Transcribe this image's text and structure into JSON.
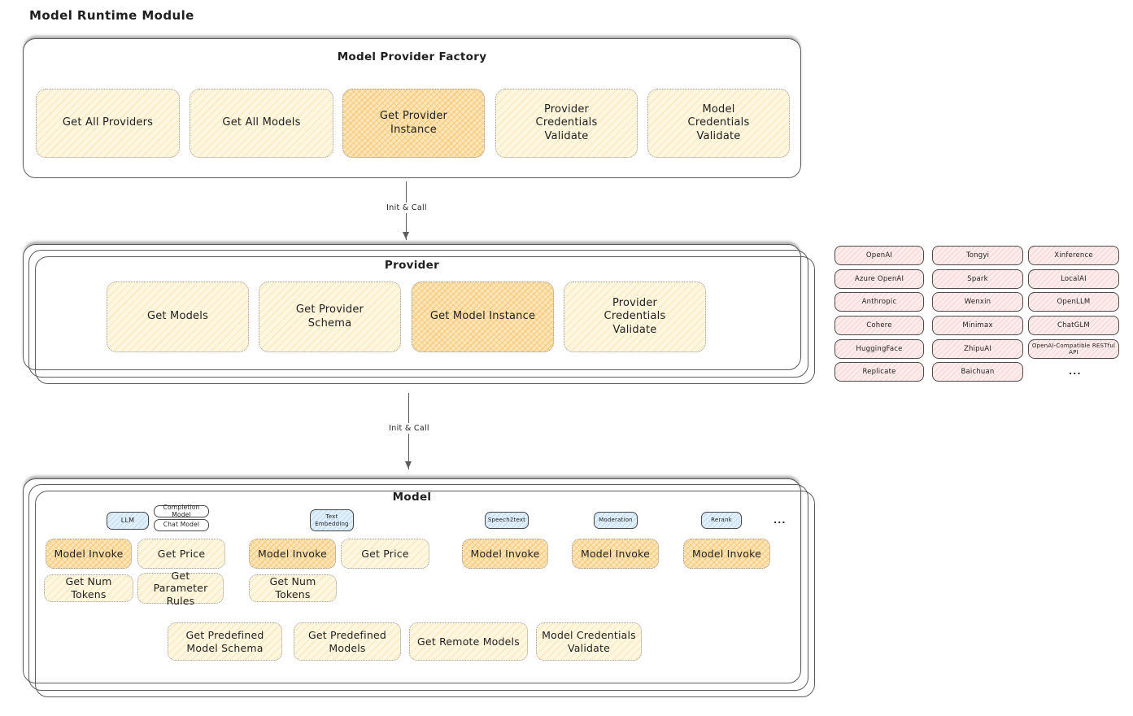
{
  "title": "Model Runtime Module",
  "factory": {
    "title": "Model Provider Factory",
    "buttons": [
      {
        "label": "Get All Providers",
        "highlighted": false
      },
      {
        "label": "Get All Models",
        "highlighted": false
      },
      {
        "label": "Get Provider Instance",
        "highlighted": true
      },
      {
        "label": "Provider Credentials Validate",
        "highlighted": false
      },
      {
        "label": "Model Credentials Validate",
        "highlighted": false
      }
    ]
  },
  "arrow1_label": "Init & Call",
  "arrow2_label": "Init & Call",
  "provider": {
    "title": "Provider",
    "buttons": [
      {
        "label": "Get Models",
        "highlighted": false
      },
      {
        "label": "Get Provider Schema",
        "highlighted": false
      },
      {
        "label": "Get Model Instance",
        "highlighted": true
      },
      {
        "label": "Provider Credentials Validate",
        "highlighted": false
      }
    ]
  },
  "provider_list": {
    "column_1": [
      "OpenAI",
      "Azure OpenAI",
      "Anthropic",
      "Cohere",
      "HuggingFace",
      "Replicate"
    ],
    "column_2": [
      "Tongyi",
      "Spark",
      "Wenxin",
      "Minimax",
      "ZhipuAI",
      "Baichuan"
    ],
    "column_3": [
      "Xinference",
      "LocalAI",
      "OpenLLM",
      "ChatGLM",
      "OpenAI-Compatible RESTful API"
    ],
    "more_label": "..."
  },
  "model": {
    "title": "Model",
    "badges": {
      "llm": "LLM",
      "completion_model": "Completion Model",
      "chat_model": "Chat Model",
      "text_embedding": "Text Embedding",
      "speech2text": "Speech2text",
      "moderation": "Moderation",
      "rerank": "Rerank",
      "more": "..."
    },
    "llm_buttons": [
      {
        "label": "Model Invoke",
        "highlighted": true
      },
      {
        "label": "Get Price",
        "highlighted": false
      },
      {
        "label": "Get Num Tokens",
        "highlighted": false
      },
      {
        "label": "Get Parameter Rules",
        "highlighted": false
      }
    ],
    "text_embedding_buttons": [
      {
        "label": "Model Invoke",
        "highlighted": true
      },
      {
        "label": "Get Price",
        "highlighted": false
      },
      {
        "label": "Get Num Tokens",
        "highlighted": false
      }
    ],
    "speech2text_buttons": [
      {
        "label": "Model Invoke",
        "highlighted": true
      }
    ],
    "moderation_buttons": [
      {
        "label": "Model Invoke",
        "highlighted": true
      }
    ],
    "rerank_buttons": [
      {
        "label": "Model Invoke",
        "highlighted": true
      }
    ],
    "common_buttons": [
      {
        "label": "Get Predefined Model Schema"
      },
      {
        "label": "Get Predefined Models"
      },
      {
        "label": "Get Remote Models"
      },
      {
        "label": "Model Credentials Validate"
      }
    ]
  },
  "colors": {
    "button_fill_yellow": "#fdf6e0",
    "button_fill_highlight": "#fbe6bb",
    "chip_fill_pink": "#fdecec",
    "badge_fill_blue": "#e1effa",
    "card_border": "#5c5c5c",
    "text": "#1f1f1f"
  }
}
